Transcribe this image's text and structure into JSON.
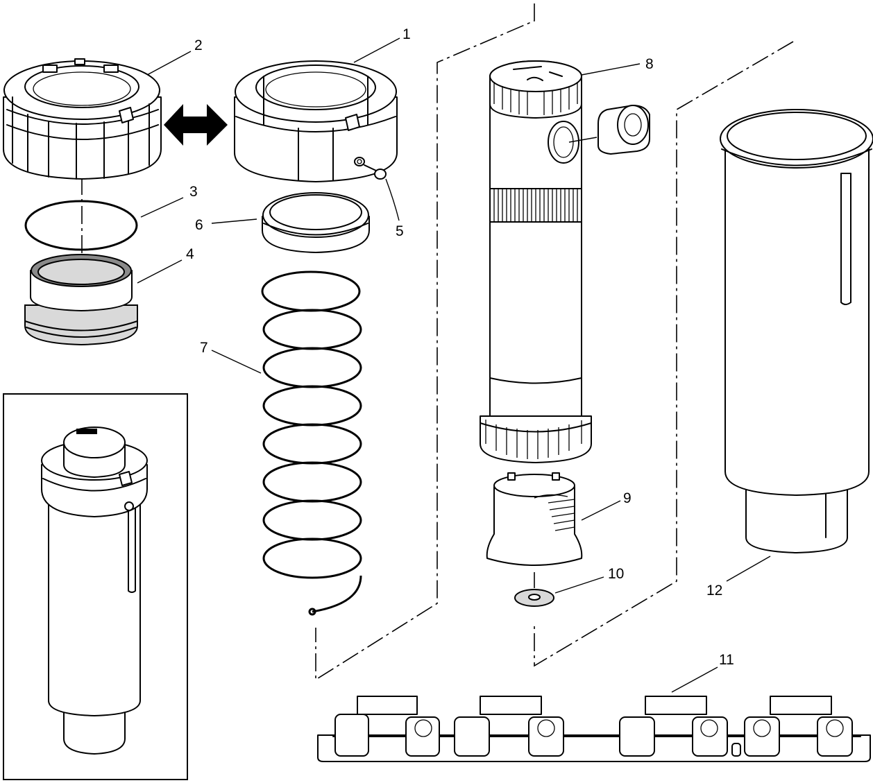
{
  "diagram": {
    "callouts": [
      {
        "id": "1",
        "text": "1"
      },
      {
        "id": "2",
        "text": "2"
      },
      {
        "id": "3",
        "text": "3"
      },
      {
        "id": "4",
        "text": "4"
      },
      {
        "id": "5",
        "text": "5"
      },
      {
        "id": "6",
        "text": "6"
      },
      {
        "id": "7",
        "text": "7"
      },
      {
        "id": "8",
        "text": "8"
      },
      {
        "id": "9",
        "text": "9"
      },
      {
        "id": "10",
        "text": "10"
      },
      {
        "id": "11",
        "text": "11"
      },
      {
        "id": "12",
        "text": "12"
      }
    ]
  }
}
